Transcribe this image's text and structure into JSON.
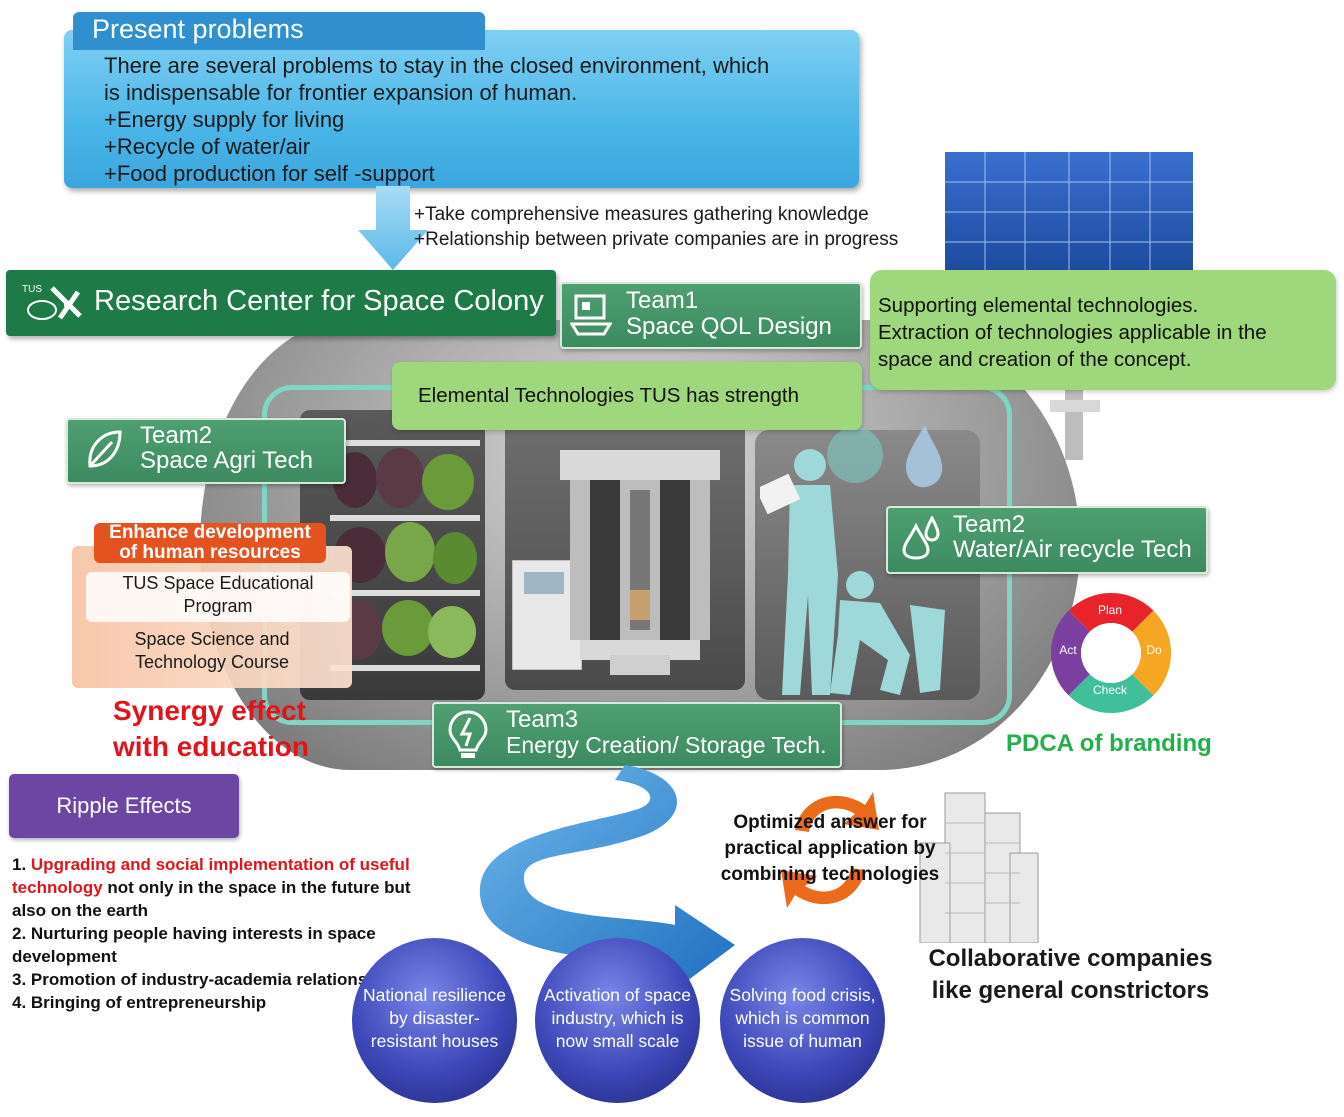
{
  "present_problems": {
    "title": "Present problems",
    "lines": [
      "There are several problems to stay in the closed environment, which",
      "is indispensable for frontier expansion of human.",
      "+Energy supply for living",
      "+Recycle of water/air",
      "+Food production for self -support"
    ]
  },
  "measures": [
    "+Take comprehensive measures gathering knowledge",
    "+Relationship between private companies are in progress"
  ],
  "research_center": {
    "logo_text": "TUS",
    "title": "Research Center for Space Colony"
  },
  "team1": {
    "line1": "Team1",
    "line2": "Space QOL Design"
  },
  "supporting": {
    "lines": [
      "Supporting elemental technologies.",
      "Extraction of technologies applicable in the",
      "space and creation of the concept."
    ]
  },
  "elemental": "Elemental Technologies TUS has strength",
  "team2_agri": {
    "line1": "Team2",
    "line2": "Space Agri Tech"
  },
  "team2_water": {
    "line1": "Team2",
    "line2": "Water/Air recycle Tech"
  },
  "team3": {
    "line1": "Team3",
    "line2": "Energy Creation/ Storage Tech."
  },
  "human_resources": {
    "badge_line1": "Enhance development",
    "badge_line2": "of human resources",
    "item1_line1": "TUS Space Educational",
    "item1_line2": "Program",
    "item2_line1": "Space Science and",
    "item2_line2": "Technology Course"
  },
  "synergy": {
    "line1": "Synergy effect",
    "line2": "with education"
  },
  "pdca": {
    "segments": [
      "Plan",
      "Do",
      "Check",
      "Act"
    ],
    "colors": [
      "#e8232a",
      "#f5a623",
      "#3fbf9a",
      "#7b3fa0"
    ],
    "label": "PDCA of branding"
  },
  "ripple": {
    "title": "Ripple Effects",
    "item1_num": "1. ",
    "item1_red": "Upgrading and social implementation of useful technology",
    "item1_rest": " not only in the space in the future but also on the earth",
    "item2": "2. Nurturing people having interests in space development",
    "item3": "3. Promotion of industry-academia relationship",
    "item4": "4. Bringing of entrepreneurship"
  },
  "bubbles": [
    {
      "line1": "National resilience",
      "line2": "by disaster-",
      "line3": "resistant houses"
    },
    {
      "line1": "Activation of space",
      "line2": "industry, which is",
      "line3": "now small scale"
    },
    {
      "line1": "Solving food crisis,",
      "line2": "which is common",
      "line3": "issue of human"
    }
  ],
  "optimized": {
    "line1": "Optimized answer for",
    "line2": "practical application by",
    "line3": "combining technologies"
  },
  "collaborative": {
    "line1": "Collaborative companies",
    "line2": "like general constrictors"
  }
}
